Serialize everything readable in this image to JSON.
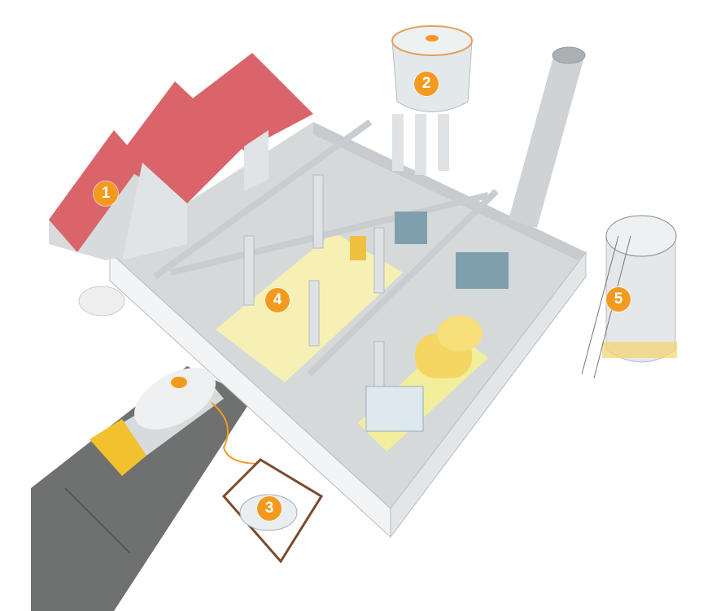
{
  "markers": [
    {
      "label": "1",
      "item": "production-halls"
    },
    {
      "label": "2",
      "item": "water-tower"
    },
    {
      "label": "3",
      "item": "underground-tank"
    },
    {
      "label": "4",
      "item": "factory-floor"
    },
    {
      "label": "5",
      "item": "silo"
    }
  ],
  "colors": {
    "marker": "#f39a1e",
    "roof": "#d9656a",
    "floor_highlight": "#f6f0b5",
    "wall": "#e9ecee"
  }
}
